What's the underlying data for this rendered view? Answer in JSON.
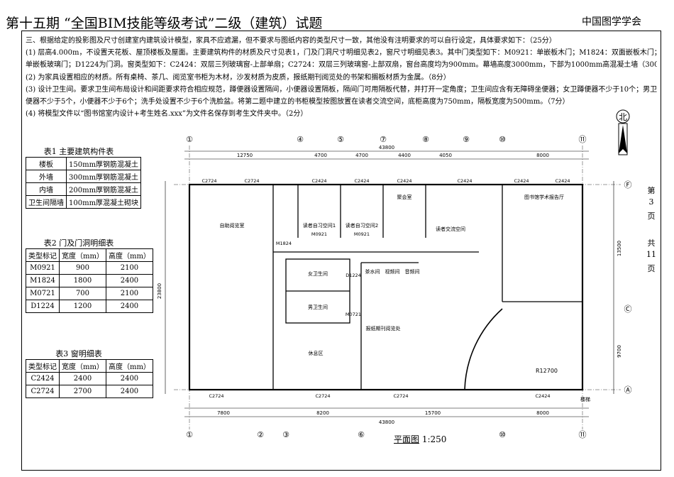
{
  "header": {
    "title": "第十五期 “全国BIM技能等级考试”二级（建筑）试题",
    "organization": "中国图学学会"
  },
  "requirements": [
    "三、根据给定的投影图及尺寸创建室内建筑设计模型，家具不应遮漏，但不要求与图纸内容的类型尺寸一致，其他没有注明要求的可以自行设定，具体要求如下：（25分）",
    "(1) 层高4.000m，不设置天花板、屋顶楼板及屋面。主要建筑构件的材质及尺寸见表1，门及门洞尺寸明细见表2，窗尺寸明细见表3。其中门类型如下：M0921：单嵌板木门；M1824：双面嵌板木门；M0721：",
    "单嵌板玻璃门；D1224为门洞。窗类型如下：C2424：双层三列玻璃窗-上部单扇；C2724：双层三列玻璃窗-上部双扇，窗台高度均为900mm。幕墙高度3000mm，下部为1000mm高混凝土墙（300厚）。（8分）",
    "(2) 为家具设置相应的材质。所有桌椅、茶几、阅览室书柜为木材，沙发材质为皮质，报纸期刊阅览处的书架和搁板材质为金属。（8分）",
    "(3) 设计卫生间。要求卫生间布局设计和间距要求符合相应规范，蹲便器设置隔间，小便器设置隔板，隔间门可用隔板代替，并打开一定角度；卫生间应含有无障碍坐便器；女卫蹲便器不少于10个；男卫蹲",
    "便器不少于5个，小便器不少于6个；洗手处设置不少于6个洗脸盆。将第二题中建立的书柜模型按图放置在读者交流空间，底柜高度为750mm，隔板宽度为500mm。（7分）",
    "(4) 将模型文件以“图书馆室内设计+考生姓名.xxx”为文件名保存到考生文件夹中。（2分）"
  ],
  "table1": {
    "caption": "表1  主要建筑构件表",
    "rows": [
      [
        "楼板",
        "150mm厚钢筋混凝土"
      ],
      [
        "外墙",
        "300mm厚钢筋混凝土"
      ],
      [
        "内墙",
        "200mm厚钢筋混凝土"
      ],
      [
        "卫生间隔墙",
        "100mm厚混凝土砌块"
      ]
    ]
  },
  "table2": {
    "caption": "表2  门及门洞明细表",
    "header": [
      "类型标记",
      "宽度（mm）",
      "高度（mm）"
    ],
    "rows": [
      [
        "M0921",
        "900",
        "2100"
      ],
      [
        "M1824",
        "1800",
        "2400"
      ],
      [
        "M0721",
        "700",
        "2100"
      ],
      [
        "D1224",
        "1200",
        "2400"
      ]
    ]
  },
  "table3": {
    "caption": "表3  窗明细表",
    "header": [
      "类型标记",
      "宽度（mm）",
      "高度（mm）"
    ],
    "rows": [
      [
        "C2424",
        "2400",
        "2400"
      ],
      [
        "C2724",
        "2700",
        "2400"
      ]
    ]
  },
  "page_info": {
    "line1": "第",
    "num": "3",
    "line3": "页",
    "line4": "共",
    "total": "11",
    "line6": "页"
  },
  "plan": {
    "title": "平面图",
    "scale": "1:250",
    "north": "北",
    "axes_top": [
      "①",
      "④",
      "⑤",
      "⑦",
      "⑧",
      "⑨",
      "⑩",
      "⑪"
    ],
    "axes_bottom": [
      "①",
      "②",
      "③",
      "⑥",
      "⑩",
      "⑪"
    ],
    "axes_left": [
      "Ⓕ",
      "Ⓔ",
      "Ⓓ",
      "Ⓑ",
      "Ⓐ"
    ],
    "axes_right": [
      "Ⓕ",
      "Ⓒ",
      "Ⓐ"
    ],
    "overall_dim": "43800",
    "top_dims": [
      "12750",
      "4700",
      "4700",
      "4400",
      "4050",
      "8000"
    ],
    "bottom_dims": [
      "7800",
      "8200",
      "15700",
      "8000"
    ],
    "left_dims": [
      "23800"
    ],
    "right_dims": [
      "13500",
      "9700"
    ],
    "rooms": [
      "自助阅览室",
      "读者自习空间1",
      "读者自习空间2",
      "聚会室",
      "读者交流空间",
      "图书馆学术报告厅",
      "女卫生间",
      "男卫生间",
      "茶水间",
      "视频间",
      "音频间",
      "休息区",
      "报纸期刊阅览处",
      "楼梯"
    ],
    "window_tags": [
      "C2724",
      "C2424",
      "M1824",
      "M0921",
      "M0721",
      "D1224"
    ],
    "radius_label": "R12700"
  }
}
